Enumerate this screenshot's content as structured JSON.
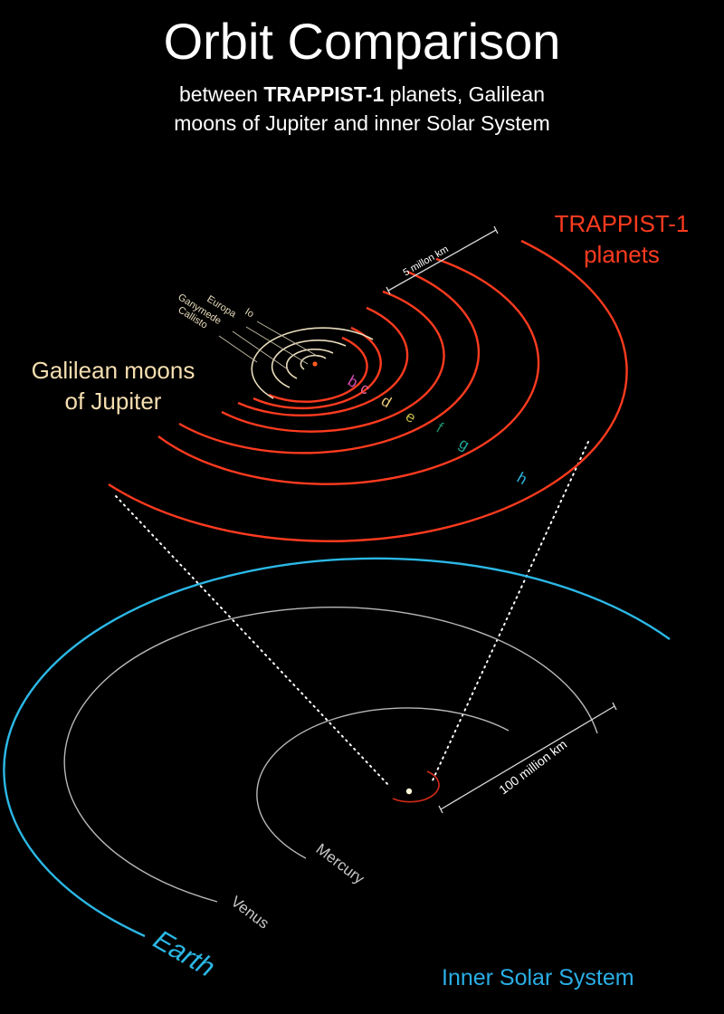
{
  "header": {
    "title": "Orbit Comparison",
    "subtitle_pre": "between ",
    "subtitle_bold": "TRAPPIST-1",
    "subtitle_post": " planets, Galilean",
    "subtitle_line2": "moons of Jupiter and inner Solar System"
  },
  "labels": {
    "trappist_line1": "TRAPPIST-1",
    "trappist_line2": "planets",
    "galilean_line1": "Galilean moons",
    "galilean_line2": "of Jupiter",
    "inner_solar_system": "Inner Solar System"
  },
  "scale_bars": {
    "trappist": "5 millon km",
    "solar": "100 million km"
  },
  "moons": [
    {
      "name": "Io"
    },
    {
      "name": "Europa"
    },
    {
      "name": "Ganymede"
    },
    {
      "name": "Callisto"
    }
  ],
  "trappist_planets": [
    {
      "letter": "b",
      "color": "#d04fb0"
    },
    {
      "letter": "c",
      "color": "#e8609a"
    },
    {
      "letter": "d",
      "color": "#e8c77a"
    },
    {
      "letter": "e",
      "color": "#c8b84a"
    },
    {
      "letter": "f",
      "color": "#1d8a6a"
    },
    {
      "letter": "g",
      "color": "#1fa89a"
    },
    {
      "letter": "h",
      "color": "#2bb6e0"
    }
  ],
  "solar_planets": [
    {
      "name": "Mercury"
    },
    {
      "name": "Venus"
    },
    {
      "name": "Earth"
    }
  ],
  "colors": {
    "background": "#000000",
    "trappist_orbit": "#ff3b1f",
    "moon_orbit": "#e8dcbc",
    "earth_orbit": "#2bb8e6",
    "inner_orbit": "#bdbdbd",
    "galilean_text": "#f5deb0"
  }
}
